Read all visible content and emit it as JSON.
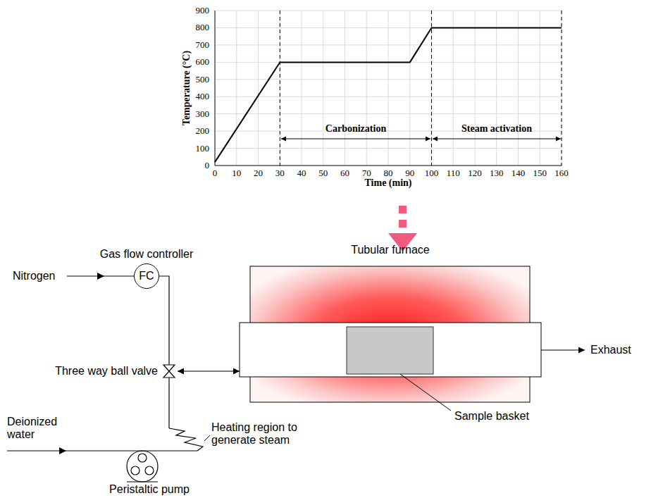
{
  "diagram": {
    "nodes": [
      {
        "text": [
          "FC"
        ]
      },
      {
        "text": [
          "Three way ball valve"
        ]
      },
      {
        "text": [
          "Tubular furnace"
        ]
      }
    ],
    "edges": [
      {
        "from": 0,
        "to": 1,
        "arrow": "none"
      },
      {
        "from": 1,
        "to": 2,
        "arrow": "both"
      }
    ],
    "labels": [
      "0",
      "100",
      "200",
      "300",
      "400",
      "500",
      "600",
      "700",
      "800",
      "900",
      "0",
      "10",
      "20",
      "30",
      "40",
      "50",
      "60",
      "70",
      "80",
      "90",
      "100",
      "110",
      "120",
      "130",
      "140",
      "150",
      "160",
      "Temperature (°C)",
      "Time (min)",
      "Carbonization",
      "Steam activation",
      "Nitrogen",
      "Gas flow controller",
      "Deionized water",
      "Peristaltic pump",
      "Heating region to generate steam",
      "Sample basket",
      "Exhaust"
    ]
  }
}
